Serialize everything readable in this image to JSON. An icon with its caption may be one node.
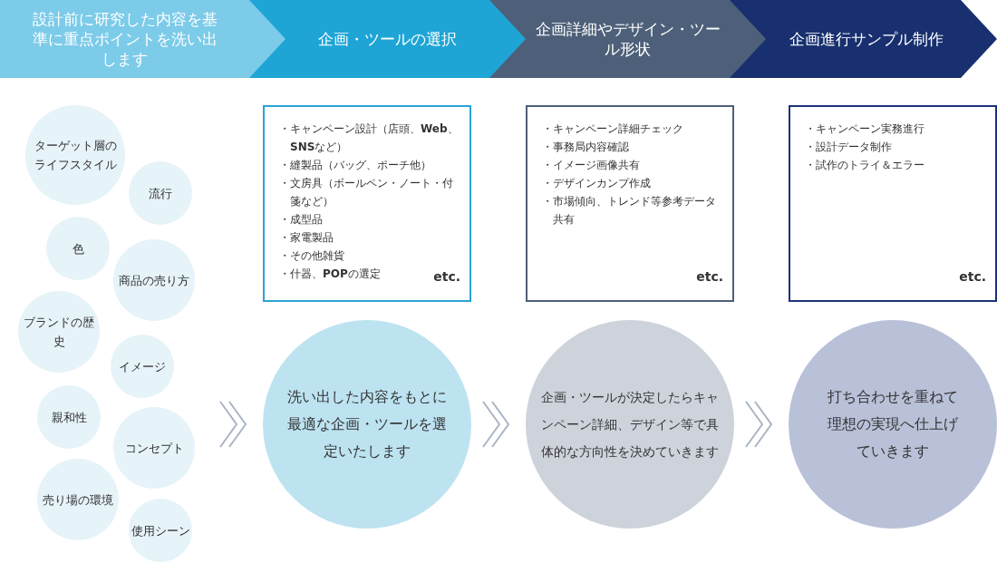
{
  "diagram": {
    "nodes": [
      {
        "text": [
          "設計前に研究した内容を基準に重点ポイントを洗い出します"
        ]
      },
      {
        "text": [
          "企画・ツールの選択"
        ]
      },
      {
        "text": [
          "企画詳細やデザイン・ツール形状"
        ]
      },
      {
        "text": [
          "企画進行サンプル制作"
        ]
      },
      {
        "text": [
          "ターゲット層のライフスタイル"
        ]
      },
      {
        "text": [
          "流行"
        ]
      },
      {
        "text": [
          "色"
        ]
      },
      {
        "text": [
          "商品の売り方"
        ]
      },
      {
        "text": [
          "ブランドの歴史"
        ]
      },
      {
        "text": [
          "イメージ"
        ]
      },
      {
        "text": [
          "親和性"
        ]
      },
      {
        "text": [
          "コンセプト"
        ]
      },
      {
        "text": [
          "売り場の環境"
        ]
      },
      {
        "text": [
          "使用シーン"
        ]
      },
      {
        "text": [
          "・キャンペーン設計（店頭、**Web**、**SNS**など）",
          "・縫製品（バッグ、ポーチ他）",
          "・文房具（ボールペン・ノート・付箋など）",
          "・成型品",
          "・家電製品",
          "・その他雑貨",
          "・什器、**POP**の選定",
          "etc."
        ]
      },
      {
        "text": [
          "・キャンペーン詳細チェック",
          "・事務局内容確認",
          "・イメージ画像共有",
          "・デザインカンプ作成",
          "・市場傾向、トレンド等参考データ共有",
          "etc."
        ]
      },
      {
        "text": [
          "・キャンペーン実務進行",
          "・設計データ制作",
          "・試作のトライ＆エラー",
          "etc."
        ]
      },
      {
        "text": [
          "洗い出した内容をもとに最適な企画・ツールを選定いたします"
        ]
      },
      {
        "text": [
          "企画・ツールが決定したらキャンペーン詳細、デザイン等で具体的な方向性を決めていきます"
        ]
      },
      {
        "text": [
          "打ち合わせを重ねて理想の実現へ仕上げていきます"
        ]
      }
    ],
    "edges": [
      {
        "from": null,
        "to": 17,
        "arrow": "to"
      },
      {
        "from": 17,
        "to": 18,
        "arrow": "to"
      },
      {
        "from": 18,
        "to": 19,
        "arrow": "to"
      }
    ]
  }
}
